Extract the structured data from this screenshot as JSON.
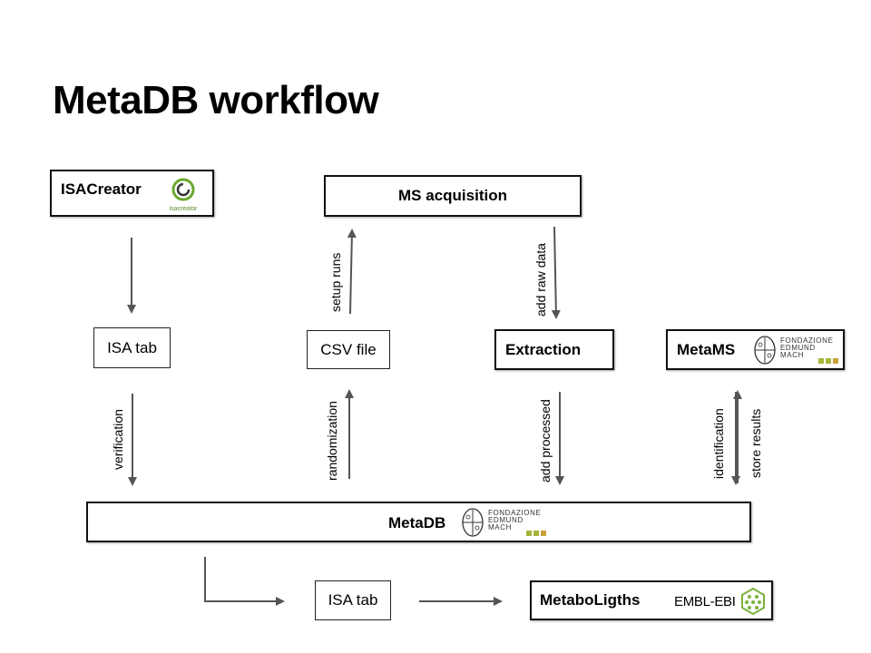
{
  "title": "MetaDB workflow",
  "nodes": {
    "isacreator": "ISACreator",
    "isacreator_logo_text": "isacreator",
    "ms_acquisition": "MS acquisition",
    "isa_tab_top": "ISA tab",
    "csv_file": "CSV file",
    "extraction": "Extraction",
    "metams": "MetaMS",
    "metadb": "MetaDB",
    "isa_tab_bottom": "ISA tab",
    "metabolights": "MetaboLigths",
    "embl_ebi": "EMBL-EBI"
  },
  "fem_logo": {
    "line1": "FONDAZIONE",
    "line2": "EDMUND",
    "line3": "MACH"
  },
  "edges": {
    "setup_runs": "setup runs",
    "add_raw_data": "add raw data",
    "verification": "verification",
    "randomization": "randomization",
    "add_processed": "add  processed",
    "identification": "identification",
    "store_results": "store results"
  },
  "colors": {
    "arrow": "#555555",
    "fem_green": "#a7b43a",
    "fem_olive": "#c9b84a",
    "isacreator_green": "#6aa82e",
    "embl_green": "#7bb33c"
  }
}
